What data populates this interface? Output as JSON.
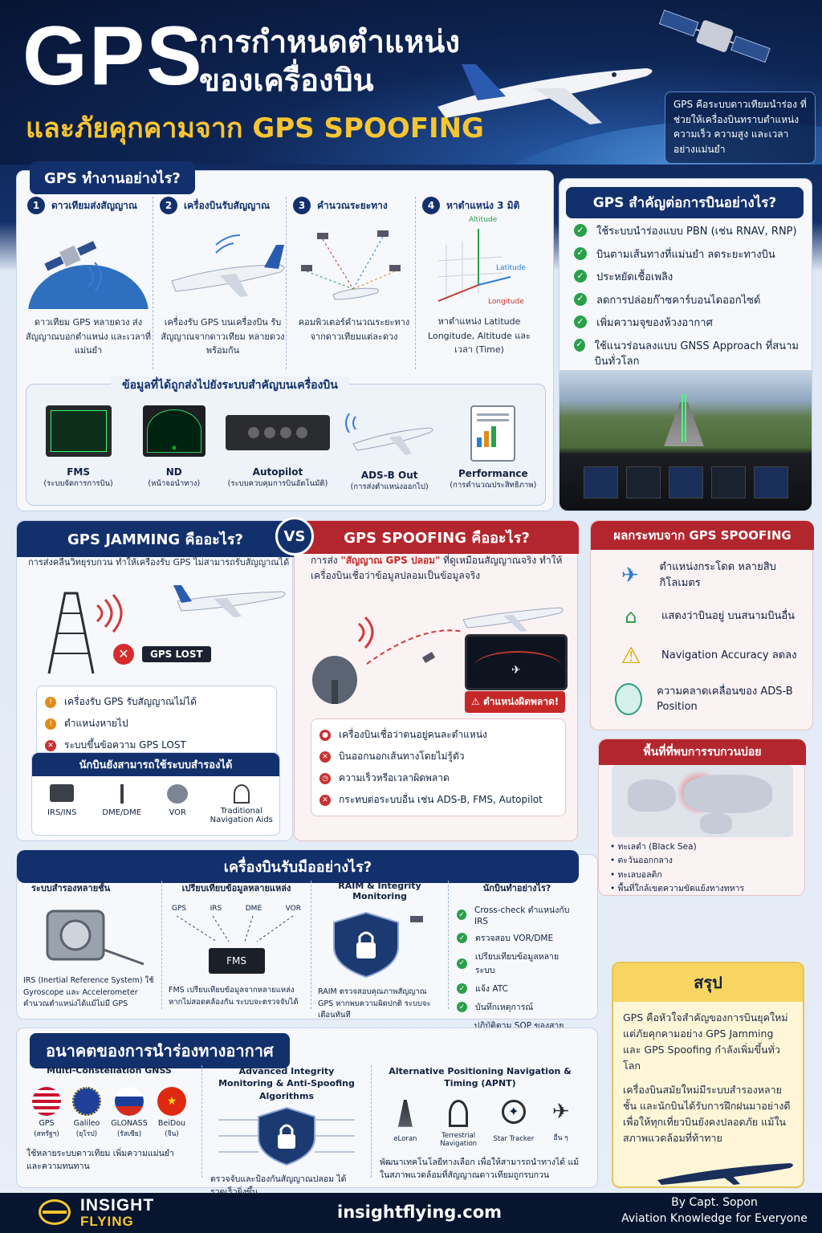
{
  "header": {
    "gps": "GPS",
    "title_line1": "การกำหนดตำแหน่ง",
    "title_line2": "ของเครื่องบิน",
    "title_line3": "และภัยคุกคามจาก GPS SPOOFING",
    "info": "GPS คือระบบดาวเทียมนำร่อง ที่ช่วยให้เครื่องบินทราบตำแหน่ง ความเร็ว ความสูง และเวลา อย่างแม่นยำ"
  },
  "how": {
    "tab": "GPS ทำงานอย่างไร?",
    "steps": [
      {
        "num": "1",
        "title": "ดาวเทียมส่งสัญญาณ",
        "desc": "ดาวเทียม GPS หลายดวง ส่งสัญญาณบอกตำแหน่ง และเวลาที่แม่นยำ"
      },
      {
        "num": "2",
        "title": "เครื่องบินรับสัญญาณ",
        "desc": "เครื่องรับ GPS บนเครื่องบิน รับสัญญาณจากดาวเทียม หลายดวงพร้อมกัน"
      },
      {
        "num": "3",
        "title": "คำนวณระยะทาง",
        "desc": "คอมพิวเตอร์คำนวณระยะทาง จากดาวเทียมแต่ละดวง"
      },
      {
        "num": "4",
        "title": "หาตำแหน่ง 3 มิติ",
        "desc": "หาตำแหน่ง Latitude Longitude, Altitude และเวลา (Time)"
      }
    ],
    "axes": {
      "altitude": "Altitude",
      "latitude": "Latitude",
      "longitude": "Longitude"
    }
  },
  "systems": {
    "title": "ข้อมูลที่ได้ถูกส่งไปยังระบบสำคัญบนเครื่องบิน",
    "items": [
      {
        "name": "FMS",
        "sub": "(ระบบจัดการการบิน)"
      },
      {
        "name": "ND",
        "sub": "(หน้าจอนำทาง)"
      },
      {
        "name": "Autopilot",
        "sub": "(ระบบควบคุมการบินอัตโนมัติ)"
      },
      {
        "name": "ADS-B Out",
        "sub": "(การส่งตำแหน่งออกไป)"
      },
      {
        "name": "Performance",
        "sub": "(การคำนวณประสิทธิภาพ)"
      }
    ]
  },
  "importance": {
    "tab": "GPS สำคัญต่อการบินอย่างไร?",
    "items": [
      "ใช้ระบบนำร่องแบบ PBN (เช่น RNAV, RNP)",
      "บินตามเส้นทางที่แม่นยำ ลดระยะทางบิน",
      "ประหยัดเชื้อเพลิง",
      "ลดการปล่อยก๊าซคาร์บอนไดออกไซด์",
      "เพิ่มความจุของห้วงอากาศ",
      "ใช้แนวร่อนลงแบบ GNSS Approach ที่สนามบินทั่วโลก"
    ]
  },
  "jamming": {
    "tab": "GPS JAMMING คืออะไร?",
    "desc": "การส่งคลื่นวิทยุรบกวน ทำให้เครื่องรับ GPS ไม่สามารถรับสัญญาณได้",
    "lost": "GPS LOST",
    "effects": [
      "เครื่องรับ GPS รับสัญญาณไม่ได้",
      "ตำแหน่งหายไป",
      "ระบบขึ้นข้อความ GPS LOST"
    ],
    "backup_title": "นักบินยังสามารถใช้ระบบสำรองได้",
    "backup": [
      "IRS/INS",
      "DME/DME",
      "VOR",
      "Traditional Navigation Aids"
    ]
  },
  "vs": "VS",
  "spoofing": {
    "tab": "GPS SPOOFING คืออะไร?",
    "desc_pre": "การส่ง ",
    "desc_em": "\"สัญญาณ GPS ปลอม\"",
    "desc_post": " ที่ดูเหมือนสัญญาณจริง ทำให้เครื่องบินเชื่อว่าข้อมูลปลอมเป็นข้อมูลจริง",
    "warning": "ตำแหน่งผิดพลาด!",
    "effects": [
      "เครื่องบินเชื่อว่าตนอยู่คนละตำแหน่ง",
      "บินออกนอกเส้นทางโดยไม่รู้ตัว",
      "ความเร็วหรือเวลาผิดพลาด",
      "กระทบต่อระบบอื่น เช่น ADS-B, FMS, Autopilot"
    ]
  },
  "impact": {
    "title": "ผลกระทบจาก GPS SPOOFING",
    "items": [
      "ตำแหน่งกระโดด หลายสิบกิโลเมตร",
      "แสดงว่าบินอยู่ บนสนามบินอื่น",
      "Navigation Accuracy ลดลง",
      "ความคลาดเคลื่อนของ ADS-B Position"
    ]
  },
  "areas": {
    "title": "พื้นที่ที่พบการรบกวนบ่อย",
    "items": [
      "ทะเลดำ (Black Sea)",
      "ตะวันออกกลาง",
      "ทะเลบอลติก",
      "พื้นที่ใกล้เขตความขัดแย้งทางทหาร"
    ]
  },
  "handle": {
    "tab": "เครื่องบินรับมืออย่างไร?",
    "col1_title": "ระบบสำรองหลายชั้น",
    "col1_desc": "IRS (Inertial Reference System) ใช้ Gyroscope และ Accelerometer คำนวณตำแหน่งได้แม้ไม่มี GPS",
    "col2_title": "เปรียบเทียบข้อมูลหลายแหล่ง",
    "col2_labels": [
      "GPS",
      "IRS",
      "DME",
      "VOR"
    ],
    "col2_box": "FMS",
    "col2_desc": "FMS เปรียบเทียบข้อมูลจากหลายแหล่ง หากไม่สอดคล้องกัน ระบบจะตรวจจับได้",
    "col3_title": "RAIM & Integrity Monitoring",
    "col3_desc": "RAIM ตรวจสอบคุณภาพสัญญาณ GPS หากพบความผิดปกติ ระบบจะเตือนทันที",
    "col4_title": "นักบินทำอย่างไร?",
    "col4_items": [
      "Cross-check ตำแหน่งกับ IRS",
      "ตรวจสอบ VOR/DME",
      "เปรียบเทียบข้อมูลหลายระบบ",
      "แจ้ง ATC",
      "บันทึกเหตุการณ์",
      "ปฏิบัติตาม SOP ของสายการบิน"
    ]
  },
  "summary": {
    "title": "สรุป",
    "p1": "GPS คือหัวใจสำคัญของการบินยุคใหม่ แต่ภัยคุกคามอย่าง GPS Jamming และ GPS Spoofing กำลังเพิ่มขึ้นทั่วโลก",
    "p2": "เครื่องบินสมัยใหม่มีระบบสำรองหลายชั้น และนักบินได้รับการฝึกฝนมาอย่างดี เพื่อให้ทุกเที่ยวบินยังคงปลอดภัย แม้ในสภาพแวดล้อมที่ท้าทาย"
  },
  "future": {
    "tab": "อนาคตของการนำร่องทางอากาศ",
    "col1_title": "Multi-Constellation GNSS",
    "constellations": [
      {
        "name": "GPS",
        "sub": "(สหรัฐฯ)"
      },
      {
        "name": "Galileo",
        "sub": "(ยุโรป)"
      },
      {
        "name": "GLONASS",
        "sub": "(รัสเซีย)"
      },
      {
        "name": "BeiDou",
        "sub": "(จีน)"
      }
    ],
    "col1_desc": "ใช้หลายระบบดาวเทียม เพิ่มความแม่นยำ และความทนทาน",
    "col2_title": "Advanced Integrity Monitoring & Anti-Spoofing Algorithms",
    "col2_desc": "ตรวจจับและป้องกันสัญญาณปลอม ได้รวดเร็วยิ่งขึ้น",
    "col3_title": "Alternative Positioning Navigation & Timing (APNT)",
    "col3_items": [
      "eLoran",
      "Terrestrial Navigation",
      "Star Tracker",
      "อื่น ๆ"
    ],
    "col3_desc": "พัฒนาเทคโนโลยีทางเลือก เพื่อให้สามารถนำทางได้ แม้ในสภาพแวดล้อมที่สัญญาณดาวเทียมถูกรบกวน"
  },
  "footer": {
    "logo1": "INSIGHT",
    "logo2": "FLYING",
    "site": "insightflying.com",
    "by": "By Capt. Sopon",
    "tagline": "Aviation Knowledge for Everyone"
  },
  "colors": {
    "navy": "#12306c",
    "red": "#b3262d",
    "gold": "#f7c531",
    "green": "#2aa04a"
  }
}
